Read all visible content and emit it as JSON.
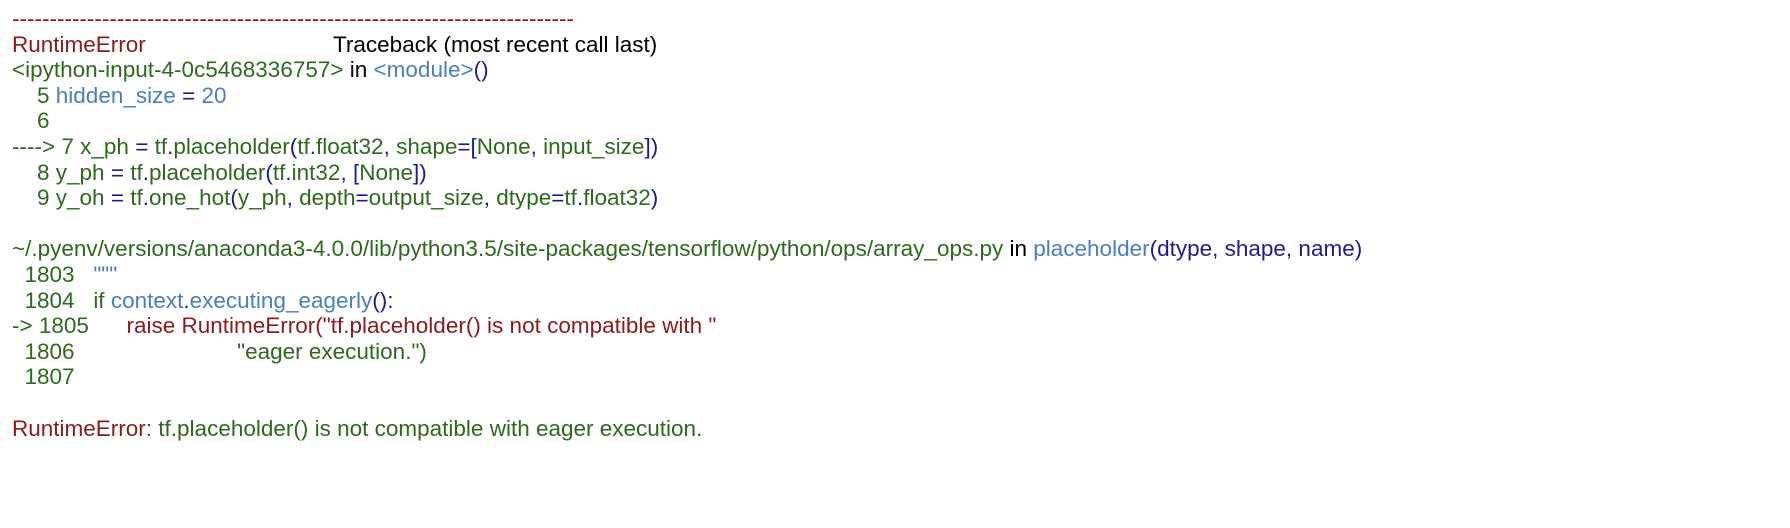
{
  "colors": {
    "red": "#8b1a1a",
    "green": "#2d6a1e",
    "blue": "#4a7fbd",
    "navy": "#1c1c8c",
    "black": "#000000"
  },
  "traceback": {
    "lines": [
      [
        {
          "t": "---------------------------------------------------------------------------",
          "c": "red"
        }
      ],
      [
        {
          "t": "RuntimeError",
          "c": "red",
          "pad": true
        },
        {
          "t": "Traceback (most recent call last)",
          "c": "black"
        }
      ],
      [
        {
          "t": "<ipython-input-4-0c5468336757>",
          "c": "green"
        },
        {
          "t": " in ",
          "c": "black"
        },
        {
          "t": "<module>",
          "c": "blue"
        },
        {
          "t": "()",
          "c": "navy"
        }
      ],
      [
        {
          "t": "    5 ",
          "c": "green"
        },
        {
          "t": "hidden_size ",
          "c": "blue"
        },
        {
          "t": "= ",
          "c": "navy"
        },
        {
          "t": "20",
          "c": "blue"
        }
      ],
      [
        {
          "t": "    6",
          "c": "green"
        }
      ],
      [
        {
          "t": "----> 7 ",
          "c": "green"
        },
        {
          "t": "x_ph ",
          "c": "green"
        },
        {
          "t": "= ",
          "c": "navy"
        },
        {
          "t": "tf",
          "c": "green"
        },
        {
          "t": ".",
          "c": "navy"
        },
        {
          "t": "placeholder",
          "c": "green"
        },
        {
          "t": "(",
          "c": "navy"
        },
        {
          "t": "tf",
          "c": "green"
        },
        {
          "t": ".",
          "c": "navy"
        },
        {
          "t": "float32",
          "c": "green"
        },
        {
          "t": ", ",
          "c": "navy"
        },
        {
          "t": "shape",
          "c": "green"
        },
        {
          "t": "=[",
          "c": "navy"
        },
        {
          "t": "None",
          "c": "green"
        },
        {
          "t": ", ",
          "c": "navy"
        },
        {
          "t": "input_size",
          "c": "green"
        },
        {
          "t": "])",
          "c": "navy"
        }
      ],
      [
        {
          "t": "    8 ",
          "c": "green"
        },
        {
          "t": "y_ph ",
          "c": "green"
        },
        {
          "t": "= ",
          "c": "navy"
        },
        {
          "t": "tf",
          "c": "green"
        },
        {
          "t": ".",
          "c": "navy"
        },
        {
          "t": "placeholder",
          "c": "green"
        },
        {
          "t": "(",
          "c": "navy"
        },
        {
          "t": "tf",
          "c": "green"
        },
        {
          "t": ".",
          "c": "navy"
        },
        {
          "t": "int32",
          "c": "green"
        },
        {
          "t": ", [",
          "c": "navy"
        },
        {
          "t": "None",
          "c": "green"
        },
        {
          "t": "])",
          "c": "navy"
        }
      ],
      [
        {
          "t": "    9 ",
          "c": "green"
        },
        {
          "t": "y_oh ",
          "c": "green"
        },
        {
          "t": "= ",
          "c": "navy"
        },
        {
          "t": "tf",
          "c": "green"
        },
        {
          "t": ".",
          "c": "navy"
        },
        {
          "t": "one_hot",
          "c": "green"
        },
        {
          "t": "(",
          "c": "navy"
        },
        {
          "t": "y_ph",
          "c": "green"
        },
        {
          "t": ", ",
          "c": "navy"
        },
        {
          "t": "depth",
          "c": "green"
        },
        {
          "t": "=",
          "c": "navy"
        },
        {
          "t": "output_size",
          "c": "green"
        },
        {
          "t": ", ",
          "c": "navy"
        },
        {
          "t": "dtype",
          "c": "green"
        },
        {
          "t": "=",
          "c": "navy"
        },
        {
          "t": "tf",
          "c": "green"
        },
        {
          "t": ".",
          "c": "navy"
        },
        {
          "t": "float32",
          "c": "green"
        },
        {
          "t": ")",
          "c": "navy"
        }
      ],
      [],
      [
        {
          "t": "~/.pyenv/versions/anaconda3-4.0.0/lib/python3.5/site-packages/tensorflow/python/ops/array_ops.py",
          "c": "green"
        },
        {
          "t": " in ",
          "c": "black"
        },
        {
          "t": "placeholder",
          "c": "blue"
        },
        {
          "t": "(dtype, shape, name)",
          "c": "navy"
        }
      ],
      [
        {
          "t": "  1803   ",
          "c": "green"
        },
        {
          "t": "\"\"\"",
          "c": "blue"
        }
      ],
      [
        {
          "t": "  1804   ",
          "c": "green"
        },
        {
          "t": "if ",
          "c": "green"
        },
        {
          "t": "context",
          "c": "blue"
        },
        {
          "t": ".",
          "c": "navy"
        },
        {
          "t": "executing_eagerly",
          "c": "blue"
        },
        {
          "t": "()",
          "c": "navy"
        },
        {
          "t": ":",
          "c": "navy"
        }
      ],
      [
        {
          "t": "-> 1805      ",
          "c": "green"
        },
        {
          "t": "raise RuntimeError(\"tf.placeholder() is not compatible with \"",
          "c": "red"
        }
      ],
      [
        {
          "t": "  1806                          ",
          "c": "green"
        },
        {
          "t": "\"eager execution.\")",
          "c": "green"
        }
      ],
      [
        {
          "t": "  1807",
          "c": "green"
        }
      ],
      [],
      [
        {
          "t": "RuntimeError",
          "c": "red"
        },
        {
          "t": ": tf.placeholder() is not compatible with eager execution.",
          "c": "green"
        }
      ]
    ]
  }
}
